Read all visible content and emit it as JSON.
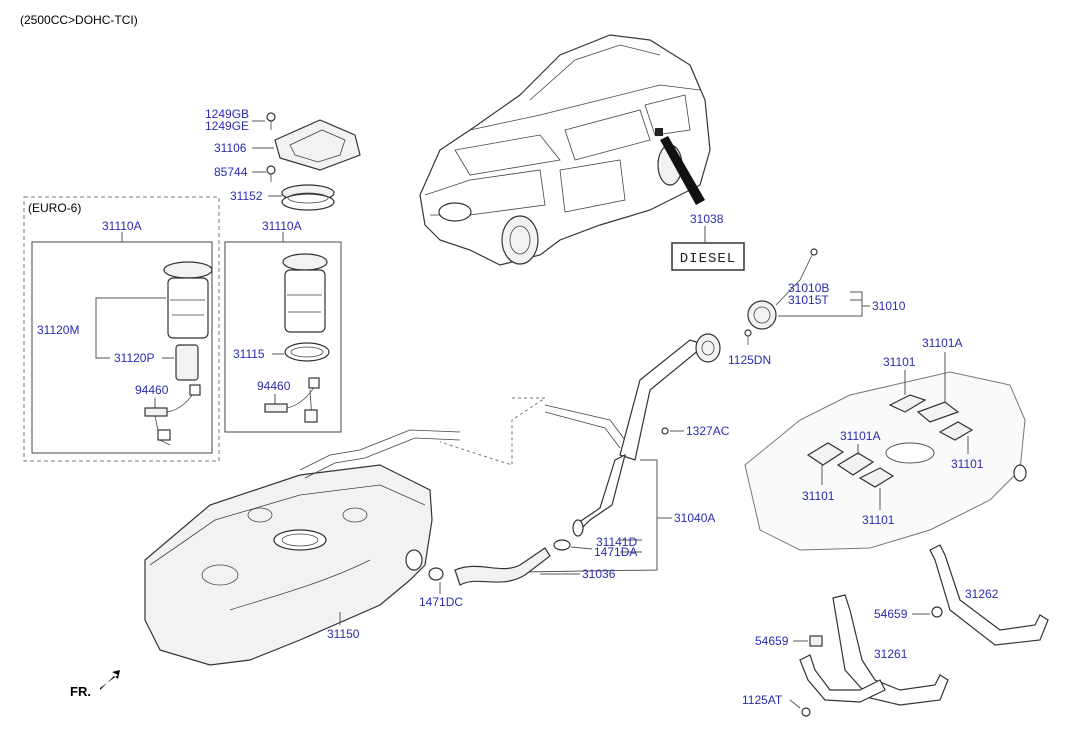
{
  "header": {
    "engine": "(2500CC>DOHC-TCI)"
  },
  "euro6_box": {
    "label": "(EURO-6)"
  },
  "diesel_badge": {
    "text": "DIESEL"
  },
  "front_marker": {
    "text": "FR."
  },
  "labels": {
    "p1249GB": "1249GB",
    "p1249GE": "1249GE",
    "p31106": "31106",
    "p85744": "85744",
    "p31152": "31152",
    "p31110A_left": "31110A",
    "p31110A_mid": "31110A",
    "p31120M": "31120M",
    "p31120P": "31120P",
    "p94460_left": "94460",
    "p94460_mid": "94460",
    "p31115": "31115",
    "p31038": "31038",
    "p31010B": "31010B",
    "p31015T": "31015T",
    "p31010": "31010",
    "p1125DN": "1125DN",
    "p1327AC": "1327AC",
    "p31040A": "31040A",
    "p31141D": "31141D",
    "p1471DA": "1471DA",
    "p31036": "31036",
    "p1471DC": "1471DC",
    "p31150": "31150",
    "p31101_a": "31101",
    "p31101A_a": "31101A",
    "p31101A_b": "31101A",
    "p31101_b": "31101",
    "p31101_c": "31101",
    "p31101_d": "31101",
    "p54659_a": "54659",
    "p31262": "31262",
    "p54659_b": "54659",
    "p31261": "31261",
    "p1125AT": "1125AT"
  },
  "colors": {
    "label_blue": "#2b2bb0",
    "line_grey": "#555555"
  }
}
